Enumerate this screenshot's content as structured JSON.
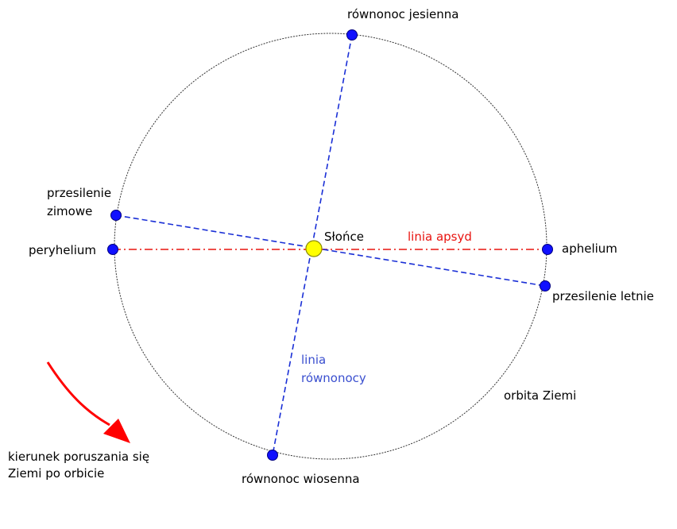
{
  "labels": {
    "autumn_equinox": "równonoc jesienna",
    "winter_solstice_line1": "przesilenie",
    "winter_solstice_line2": "zimowe",
    "perihelion": "peryhelium",
    "sun": "Słońce",
    "apsides_line": "linia apsyd",
    "aphelion": "aphelium",
    "summer_solstice": "przesilenie letnie",
    "equinox_line_1": "linia",
    "equinox_line_2": "równonocy",
    "orbit": "orbita Ziemi",
    "direction_line1": "kierunek poruszania się",
    "direction_line2": "Ziemi po orbicie",
    "spring_equinox": "równonoc wiosenna"
  },
  "colors": {
    "orbit": "#333333",
    "apsides_line": "#e8130f",
    "equinox_solstice_lines": "#1a2fd6",
    "point_fill": "#1010ff",
    "point_stroke": "#000080",
    "sun_fill": "#ffff00",
    "sun_stroke": "#8a8a00",
    "arrow": "#ff0000"
  },
  "icons": {
    "direction_arrow": "curved-red-arrow"
  }
}
